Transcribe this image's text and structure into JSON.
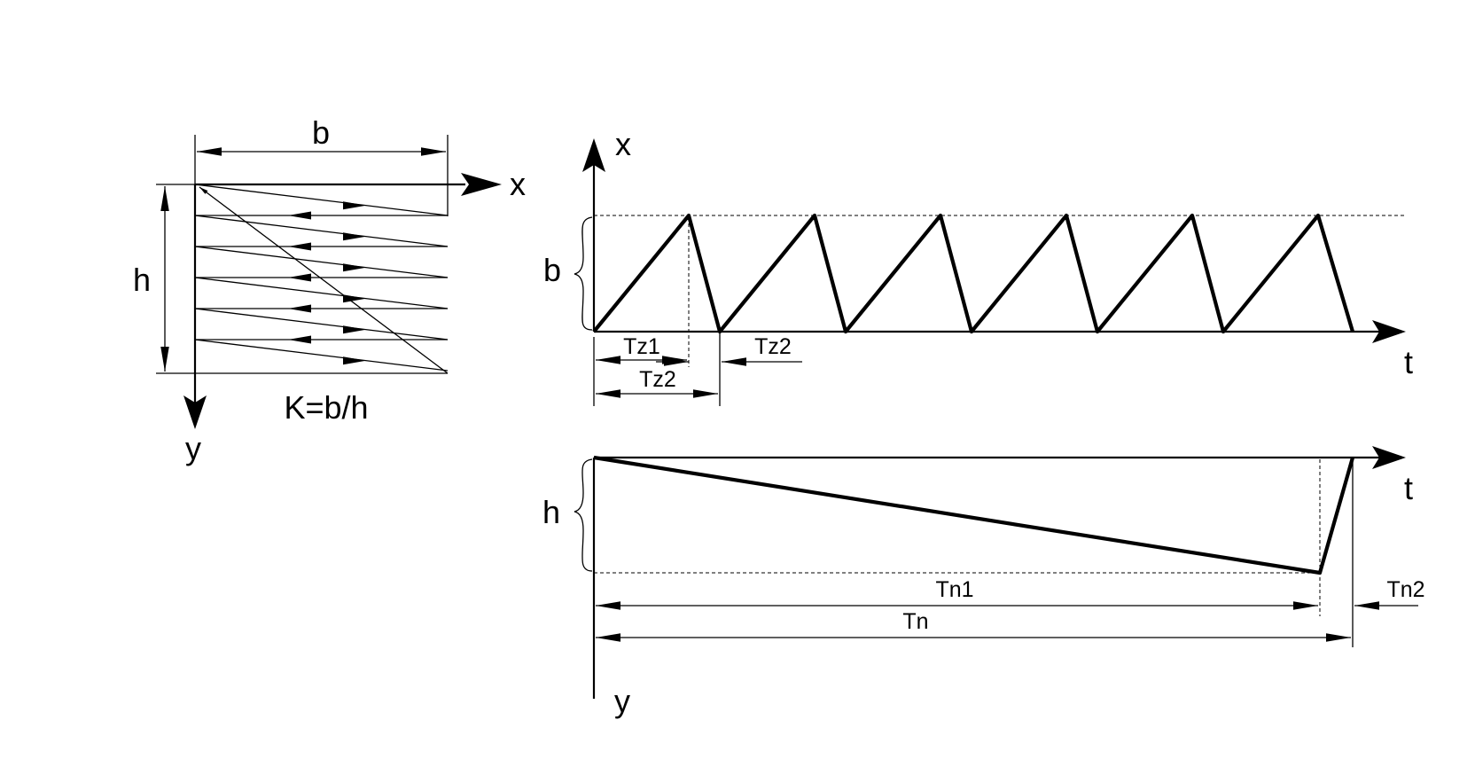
{
  "raster": {
    "width_label": "b",
    "height_label": "h",
    "x_axis": "x",
    "y_axis": "y",
    "ratio": "K=b/h"
  },
  "x_plot": {
    "y_axis": "x",
    "t_axis": "t",
    "amplitude": "b",
    "tz1": "Tz1",
    "tz2_single": "Tz2",
    "tz2_period": "Tz2"
  },
  "y_plot": {
    "t_axis": "t",
    "y_axis": "y",
    "amplitude": "h",
    "tn1": "Tn1",
    "tn2": "Tn2",
    "tn": "Tn"
  }
}
